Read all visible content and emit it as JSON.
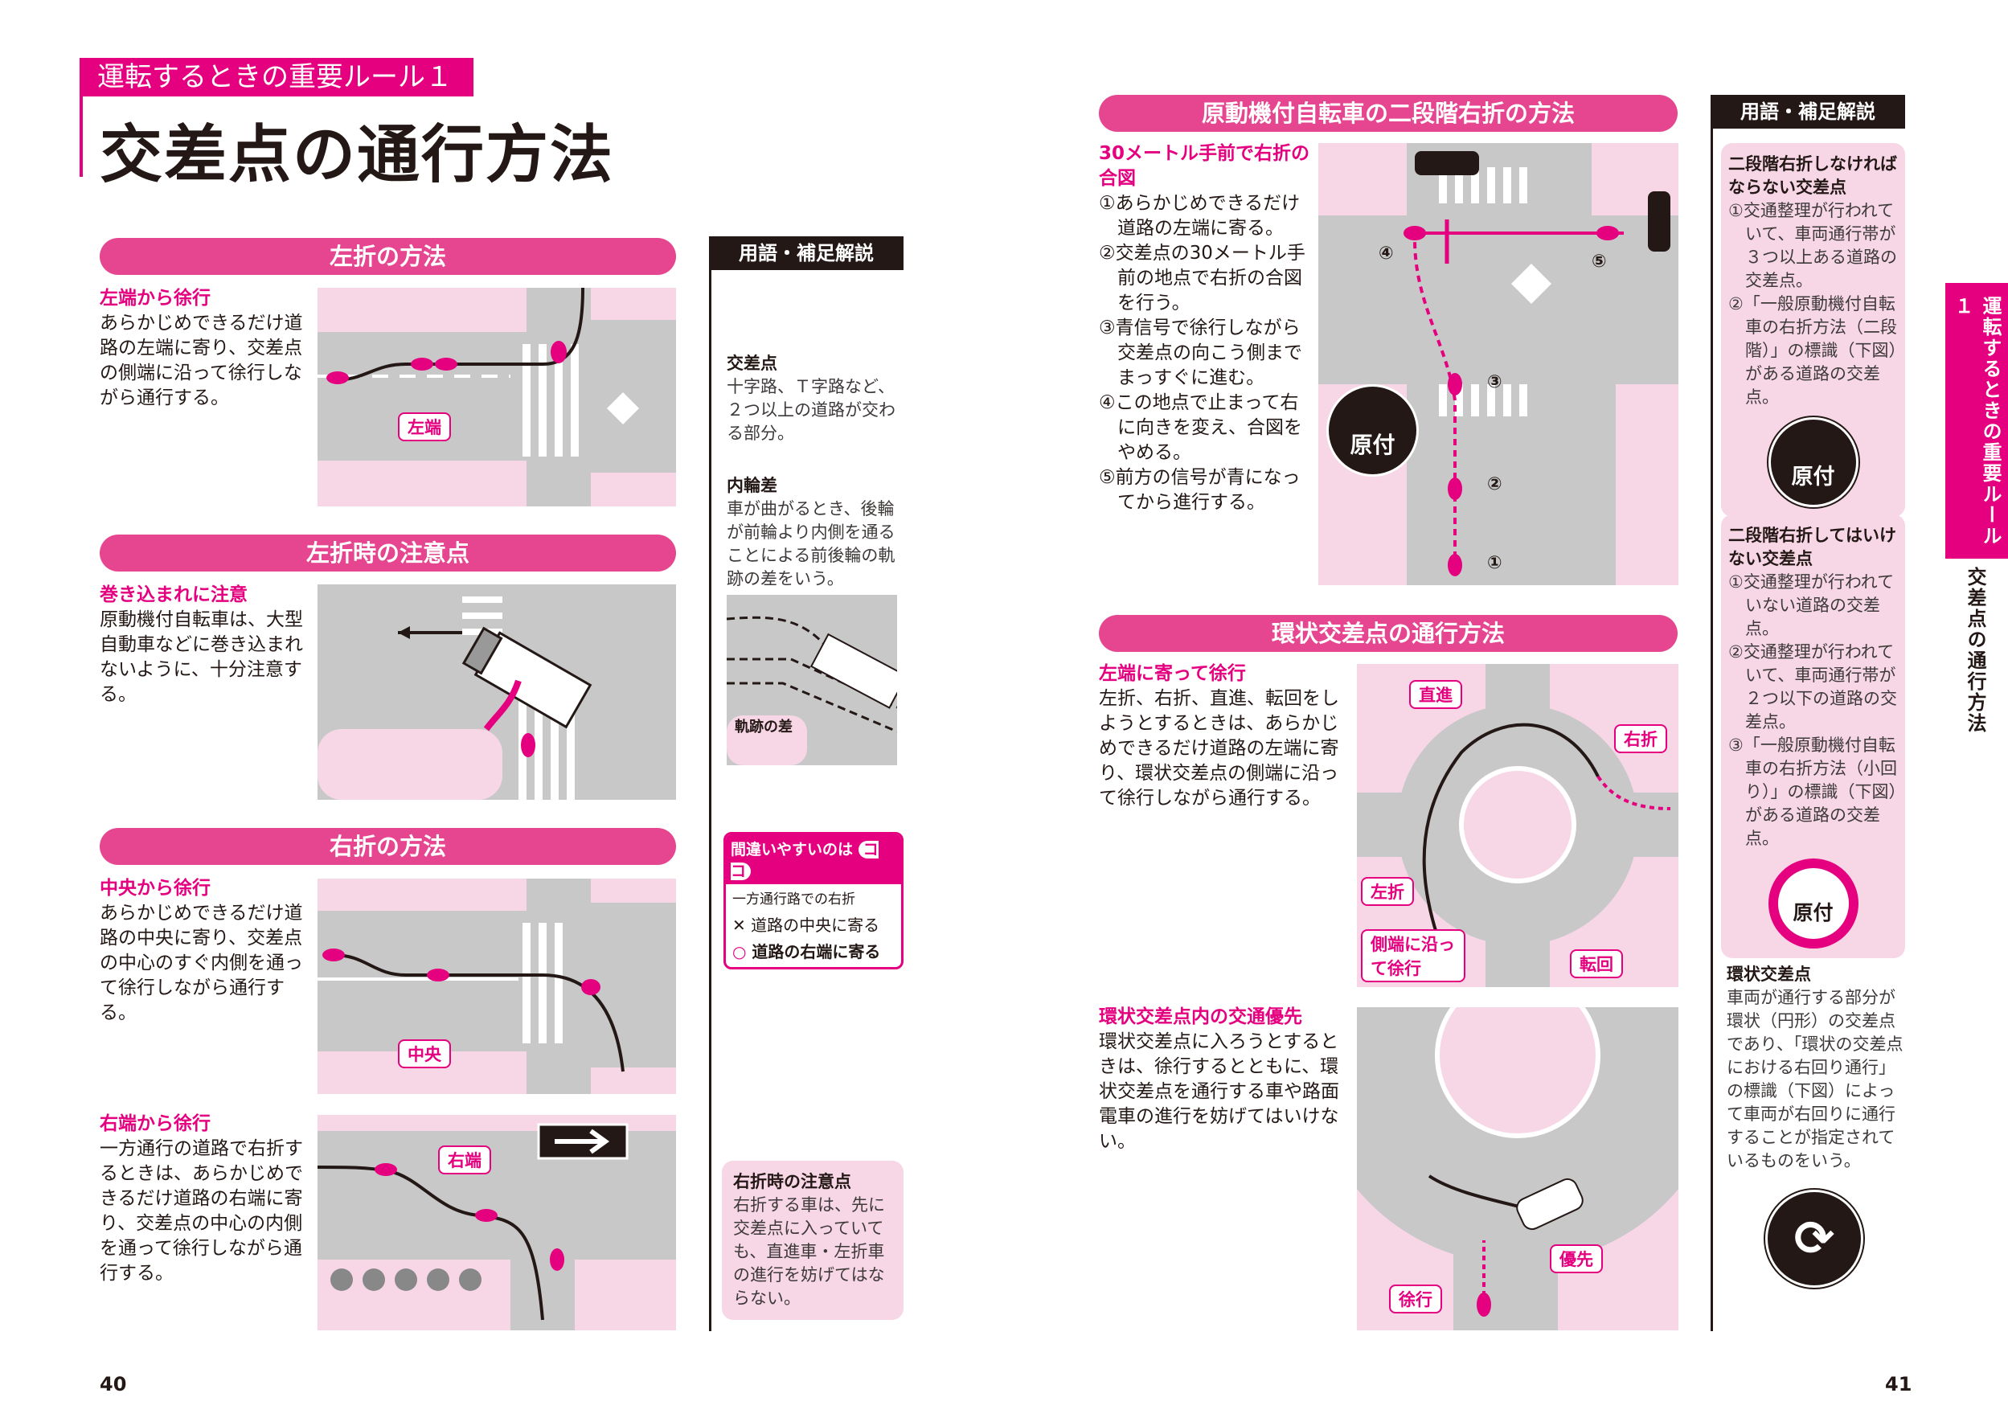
{
  "header": {
    "kicker": "運転するときの重要ルール１",
    "title": "交差点の通行方法"
  },
  "left": {
    "s1": {
      "heading": "左折の方法",
      "sub": "左端から徐行",
      "text": "あらかじめできるだけ道路の左端に寄り、交差点の側端に沿って徐行しながら通行する。",
      "label": "左端"
    },
    "s2": {
      "heading": "左折時の注意点",
      "sub": "巻き込まれに注意",
      "text": "原動機付自転車は、大型自動車などに巻き込まれないように、十分注意する。"
    },
    "s3": {
      "heading": "右折の方法",
      "sub": "中央から徐行",
      "text": "あらかじめできるだけ道路の中央に寄り、交差点の中心のすぐ内側を通って徐行しながら通行する。",
      "label": "中央"
    },
    "s4": {
      "sub": "右端から徐行",
      "text": "一方通行の道路で右折するときは、あらかじめできるだけ道路の右端に寄り、交差点の中心の内側を通って徐行しながら通行する。",
      "label": "右端"
    }
  },
  "sidebar_left": {
    "heading": "用語・補足解説",
    "terms": [
      {
        "term": "交差点",
        "text": "十字路、Ｔ字路など、２つ以上の道路が交わる部分。"
      },
      {
        "term": "内輪差",
        "text": "車が曲がるとき、後輪が前輪より内側を通ることによる前後輪の軌跡の差をいう。"
      }
    ],
    "diagram_label": "軌跡の差",
    "mistake": {
      "title": "間違いやすいのは",
      "title_mark": "ココ",
      "topic": "一方通行路での右折",
      "wrong": "道路の中央に寄る",
      "right": "道路の右端に寄る",
      "wrong_mark": "✕",
      "right_mark": "○"
    },
    "caution": {
      "term": "右折時の注意点",
      "text": "右折する車は、先に交差点に入っていても、直進車・左折車の進行を妨げてはならない。"
    }
  },
  "right": {
    "s1": {
      "heading": "原動機付自転車の二段階右折の方法",
      "sub": "30メートル手前で右折の合図",
      "steps": [
        "①あらかじめできるだけ道路の左端に寄る。",
        "②交差点の30メートル手前の地点で右折の合図を行う。",
        "③青信号で徐行しながら交差点の向こう側までまっすぐに進む。",
        "④この地点で止まって右に向きを変え、合図をやめる。",
        "⑤前方の信号が青になってから進行する。"
      ],
      "markers": [
        "①",
        "②",
        "③",
        "④",
        "⑤"
      ],
      "sign_text": "原付"
    },
    "s2": {
      "heading": "環状交差点の通行方法",
      "sub": "左端に寄って徐行",
      "text": "左折、右折、直進、転回をしようとするときは、あらかじめできるだけ道路の左端に寄り、環状交差点の側端に沿って徐行しながら通行する。",
      "labels": {
        "straight": "直進",
        "right": "右折",
        "left": "左折",
        "side": "側端に沿って徐行",
        "uturn": "転回"
      }
    },
    "s3": {
      "sub": "環状交差点内の交通優先",
      "text": "環状交差点に入ろうとするときは、徐行するとともに、環状交差点を通行する車や路面電車の進行を妨げてはいけない。",
      "labels": {
        "priority": "優先",
        "slow": "徐行"
      }
    }
  },
  "sidebar_right": {
    "heading": "用語・補足解説",
    "box1": {
      "title": "二段階右折しなければならない交差点",
      "items": [
        "①交通整理が行われていて、車両通行帯が３つ以上ある道路の交差点。",
        "②「一般原動機付自転車の右折方法（二段階）」の標識（下図）がある道路の交差点。"
      ],
      "sign_text": "原付"
    },
    "box2": {
      "title": "二段階右折してはいけない交差点",
      "items": [
        "①交通整理が行われていない道路の交差点。",
        "②交通整理が行われていて、車両通行帯が２つ以下の道路の交差点。",
        "③「一般原動機付自転車の右折方法（小回り）」の標識（下図）がある道路の交差点。"
      ],
      "sign_text": "原付"
    },
    "term": {
      "term": "環状交差点",
      "text": "車両が通行する部分が環状（円形）の交差点であり、「環状の交差点における右回り通行」の標識（下図）によって車両が右回りに通行することが指定されているものをいう。"
    }
  },
  "side_tab": {
    "chapter": "運転するときの重要ルール１",
    "section": "交差点の通行方法"
  },
  "pages": {
    "left": "40",
    "right": "41"
  },
  "colors": {
    "accent": "#e4007f",
    "pill": "#e5468f",
    "pink_bg": "#f7d7e6",
    "road": "#c8c8c8"
  }
}
